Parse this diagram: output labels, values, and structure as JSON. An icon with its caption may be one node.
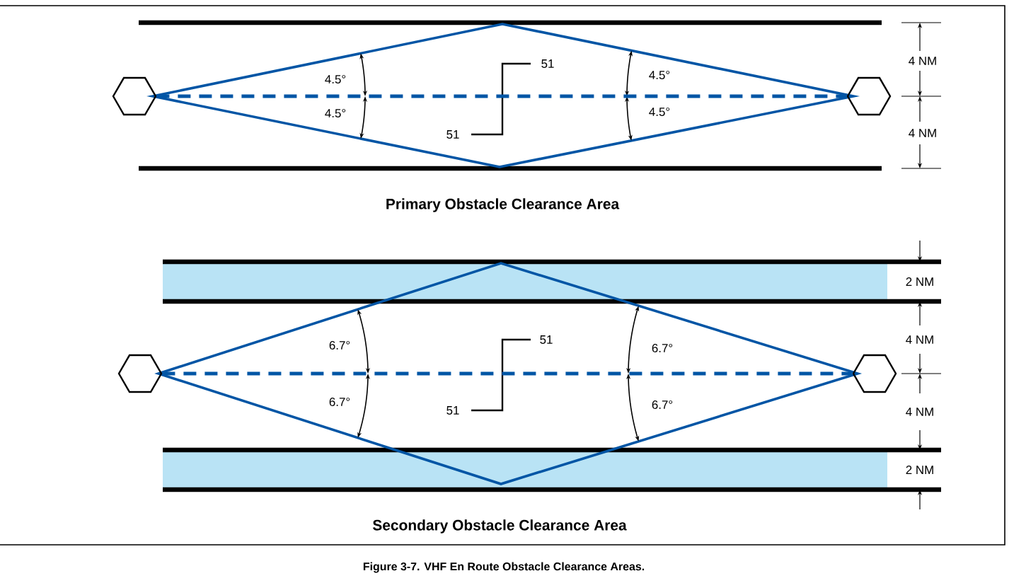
{
  "diagram": {
    "caption": "Figure 3-7. VHF En Route Obstacle Clearance Areas.",
    "nodes": [
      {
        "text": [],
        "shape": "hexagon"
      },
      {
        "text": [],
        "shape": "hexagon"
      },
      {
        "text": [],
        "shape": "hexagon"
      },
      {
        "text": [],
        "shape": "hexagon"
      }
    ],
    "edges": [
      {
        "from": 0,
        "to": 1,
        "arrow": "none",
        "style": "dashed"
      },
      {
        "from": 2,
        "to": 3,
        "arrow": "none",
        "style": "dashed"
      }
    ],
    "labels": [
      "4.5°",
      "51",
      "4.5°",
      "4 NM",
      "4.5°",
      "4.5°",
      "51",
      "4 NM",
      "Primary Obstacle Clearance Area",
      "2 NM",
      "6.7°",
      "51",
      "6.7°",
      "4 NM",
      "6.7°",
      "51",
      "6.7°",
      "4 NM",
      "2 NM",
      "Secondary Obstacle Clearance Area"
    ]
  }
}
